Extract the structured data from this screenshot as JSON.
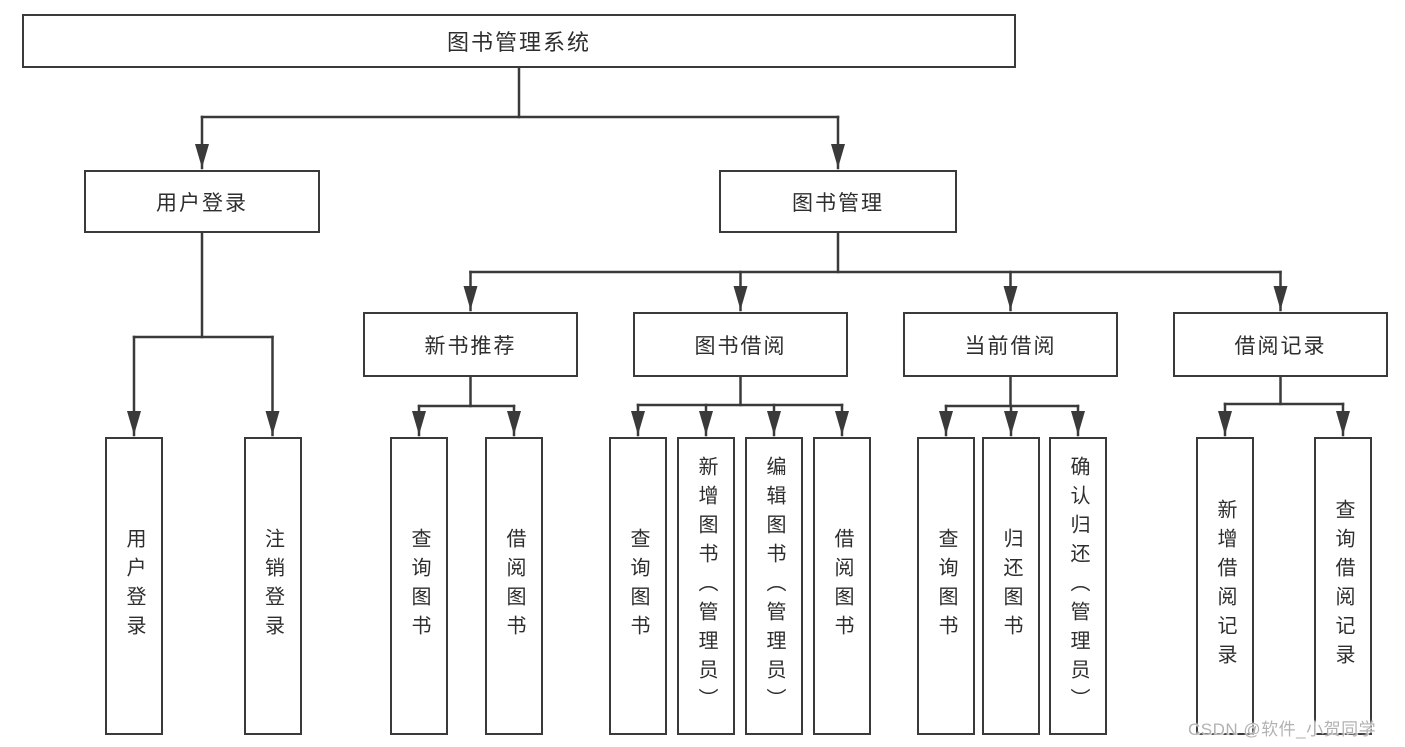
{
  "diagram": {
    "root": {
      "label": "图书管理系统"
    },
    "branches": [
      {
        "label": "用户登录",
        "children": [
          {
            "label": "用户登录"
          },
          {
            "label": "注销登录"
          }
        ]
      },
      {
        "label": "图书管理",
        "children": [
          {
            "label": "新书推荐",
            "children": [
              {
                "label": "查询图书"
              },
              {
                "label": "借阅图书"
              }
            ]
          },
          {
            "label": "图书借阅",
            "children": [
              {
                "label": "查询图书"
              },
              {
                "label": "新增图书（管理员）"
              },
              {
                "label": "编辑图书（管理员）"
              },
              {
                "label": "借阅图书"
              }
            ]
          },
          {
            "label": "当前借阅",
            "children": [
              {
                "label": "查询图书"
              },
              {
                "label": "归还图书"
              },
              {
                "label": "确认归还（管理员）"
              }
            ]
          },
          {
            "label": "借阅记录",
            "children": [
              {
                "label": "新增借阅记录"
              },
              {
                "label": "查询借阅记录"
              }
            ]
          }
        ]
      }
    ]
  },
  "watermark": {
    "text": "CSDN @软件_小贺同学"
  },
  "colors": {
    "line": "#3a3a3a",
    "border": "#3a3a3a",
    "text": "#2e2e2e",
    "background": "#ffffff",
    "watermark": "#b2b2b2"
  }
}
